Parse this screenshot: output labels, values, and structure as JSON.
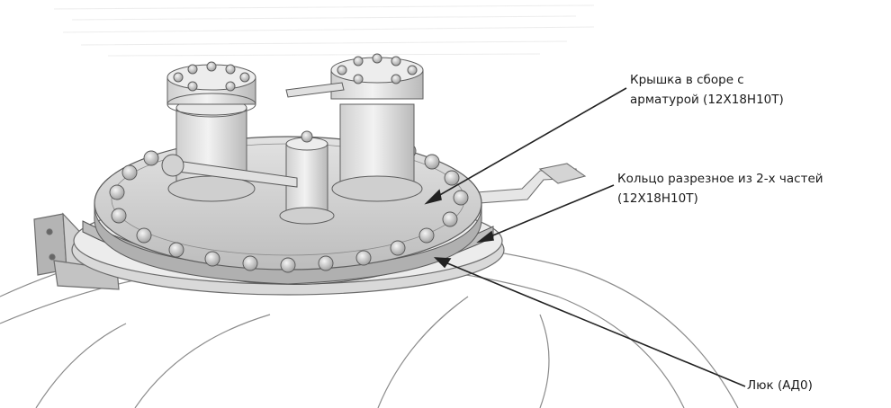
{
  "labels": {
    "cover": {
      "line1": "Крышка в сборе с",
      "line2": "арматурой (12Х18Н10Т)"
    },
    "ring": {
      "line1": "Кольцо разрезное из 2-х частей",
      "line2": "(12Х18Н10Т)"
    },
    "hatch": {
      "line1": "Люк (АД0)"
    }
  },
  "colors": {
    "line_art": "#7a7a7a",
    "fill_light": "#ececec",
    "fill_mid": "#d6d6d6",
    "fill_dark": "#a9a9a9",
    "leader": "#222222"
  }
}
